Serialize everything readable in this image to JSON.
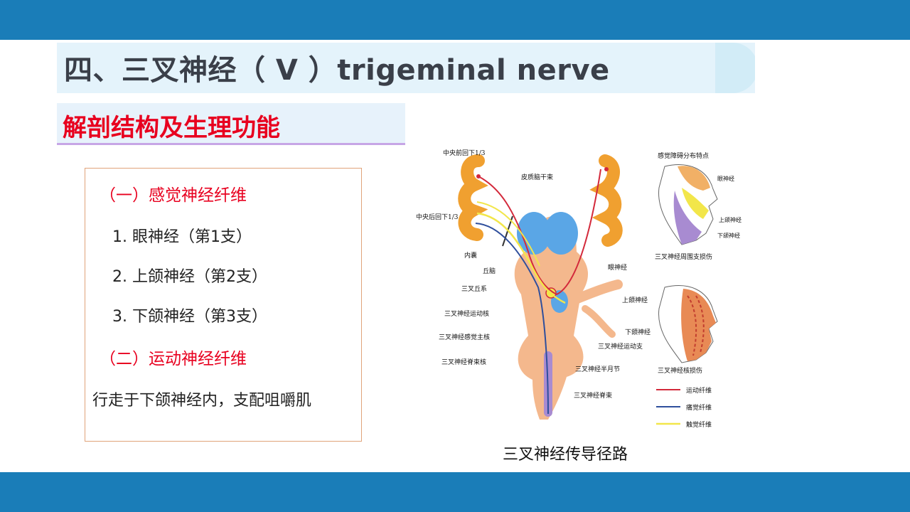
{
  "header": {
    "title": "四、三叉神经（ V ）trigeminal nerve"
  },
  "section": {
    "subtitle": "解剖结构及生理功能"
  },
  "content": {
    "sensory_heading": "（一）感觉神经纤维",
    "items": [
      "1.  眼神经（第1支）",
      "2. 上颌神经（第2支）",
      "3. 下颌神经（第3支）"
    ],
    "motor_heading": "（二）运动神经纤维",
    "motor_text": "行走于下颌神经内，支配咀嚼肌"
  },
  "figure": {
    "caption": "三叉神经传导径路",
    "labels": {
      "precentral": "中央前回下1/3",
      "postcentral": "中央后回下1/3",
      "corticobulbar": "皮质脑干束",
      "internal_capsule": "内囊",
      "thalamus": "丘脑",
      "lemniscus": "三叉丘系",
      "motor_nucleus": "三叉神经运动核",
      "sensory_nucleus": "三叉神经感觉主核",
      "spinal_nucleus": "三叉神经脊束核",
      "ophthalmic": "眼神经",
      "maxillary": "上颌神经",
      "mandibular": "下颌神经",
      "motor_branch": "三叉神经运动支",
      "ganglion": "三叉神经半月节",
      "spinal_tract": "三叉神经脊束",
      "sensory_pattern": "感觉障碍分布特点",
      "face_ophthalmic": "眼神经",
      "face_maxillary": "上颌神经",
      "face_mandibular": "下颌神经",
      "peripheral_injury": "三叉神经周围支损伤",
      "nuclear_injury": "三叉神经核损伤",
      "legend_motor": "运动纤维",
      "legend_pain": "痛觉纤维",
      "legend_touch": "触觉纤维"
    },
    "colors": {
      "motor": "#d3293b",
      "pain": "#2f4f9c",
      "touch": "#f2e64a",
      "brainstem": "#f4b88d",
      "cortex": "#f0a030",
      "thalamus": "#5aa6e6",
      "nucleus": "#a88bd1"
    }
  }
}
